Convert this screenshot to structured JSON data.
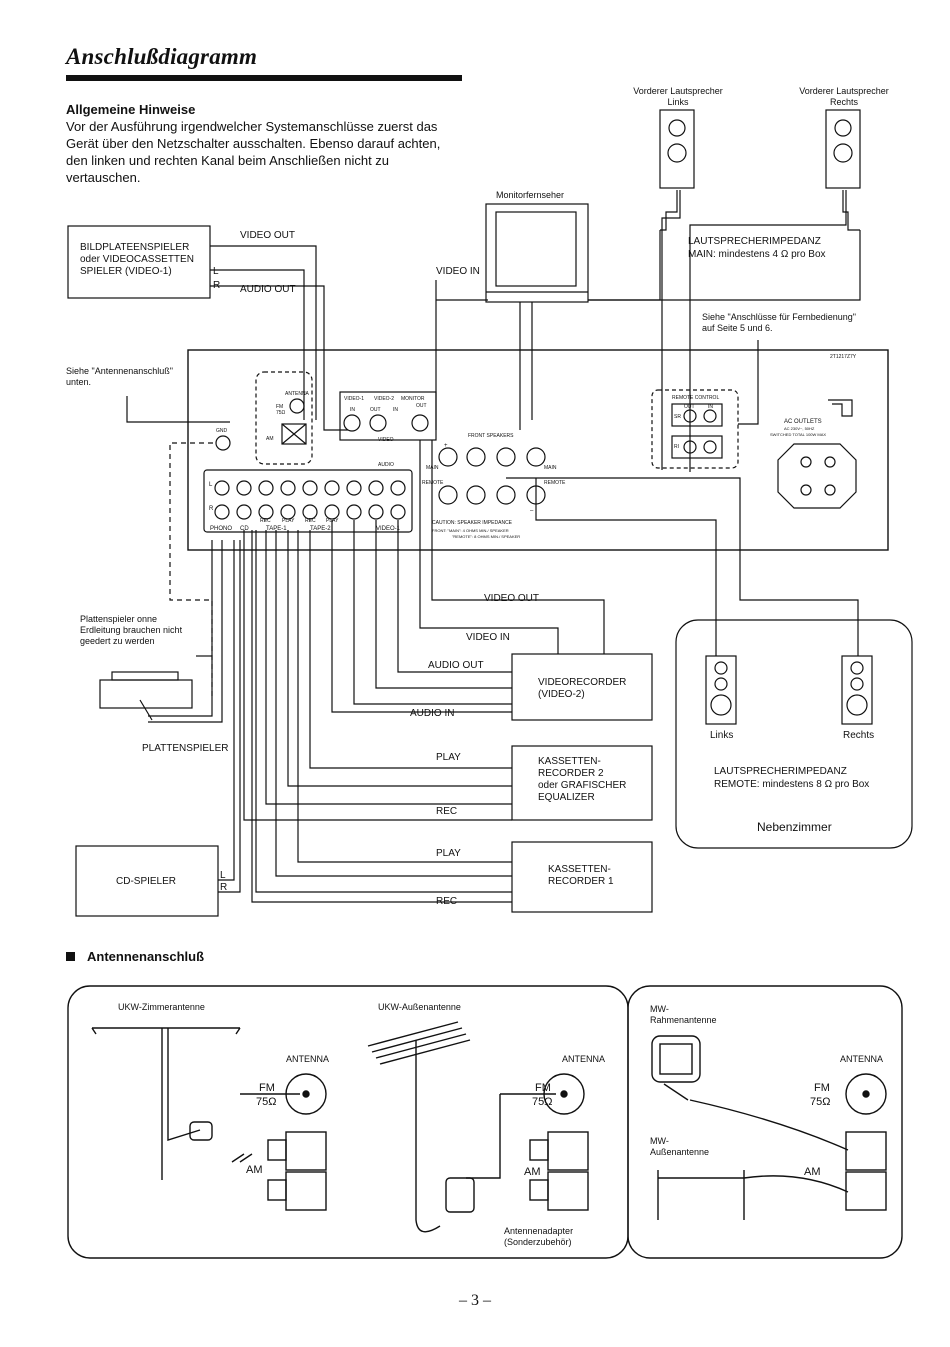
{
  "page": {
    "title": "Anschlußdiagramm",
    "intro_heading": "Allgemeine Hinweise",
    "intro_text": "Vor der Ausführung irgendwelcher Systemanschlüsse zuerst das Gerät über den Netzschalter ausschalten. Ebenso darauf achten, den linken und rechten Kanal beim Anschließen nicht zu vertauschen.",
    "page_number": "– 3 –"
  },
  "speakers_front": {
    "left_label": "Vorderer Lautsprecher\nLinks",
    "right_label": "Vorderer Lautsprecher\nRechts",
    "impedance_title": "LAUTSPRECHERIMPEDANZ",
    "impedance_text": "MAIN: mindestens 4 Ω pro Box"
  },
  "monitor": {
    "label": "Monitorfernseher",
    "video_in": "VIDEO IN"
  },
  "video1": {
    "box_label": "BILDPLATEENSPIELER\noder VIDEOCASSETTEN\nSPIELER (VIDEO-1)",
    "video_out": "VIDEO OUT",
    "audio_out": "AUDIO OUT",
    "l": "L",
    "r": "R"
  },
  "remote_note": "Siehe \"Anschlüsse für Fernbedienung\"\nauf Seite 5 und 6.",
  "antenna_note": "Siehe \"Antennenanschluß\"\nunten.",
  "receiver": {
    "model": "2T1217Z7Y",
    "antenna": "ANTENNA",
    "fm": "FM\n75Ω",
    "am": "AM",
    "gnd": "GND",
    "video1": "VIDEO-1",
    "video2": "VIDEO-2",
    "monitor": "MONITOR",
    "monitor_out": "OUT",
    "in": "IN",
    "out": "OUT",
    "video": "VIDEO",
    "audio": "AUDIO",
    "front_speakers": "FRONT SPEAKERS",
    "main": "MAIN",
    "remote": "REMOTE",
    "caution": "CAUTION: SPEAKER IMPEDANCE",
    "caution_front": "FRONT: \"MAIN\": 4 OHMS MIN./ SPEAKER",
    "caution_remote": "\"REMOTE\": 8 OHMS MIN./ SPEAKER",
    "remote_control": "REMOTE CONTROL",
    "rc_out": "OUT",
    "rc_in": "IN",
    "sr": "SR",
    "ri": "RI",
    "ac_outlets": "AC OUTLETS",
    "ac_spec1": "AC 230V~, 50HZ",
    "ac_spec2": "SWITCHED TOTAL 100W MAX",
    "phono": "PHONO",
    "cd": "CD",
    "tape1": "TAPE-1",
    "tape2": "TAPE-2",
    "video1_short": "VIDEO-1",
    "rec": "REC",
    "play": "PLAY",
    "plus": "+",
    "minus": "–",
    "l": "L",
    "r": "R"
  },
  "turntable": {
    "note": "Plattenspieler onne\nErdleitung brauchen nicht\ngeedert zu werden",
    "label": "PLATTENSPIELER"
  },
  "vcr": {
    "box_label": "VIDEORECORDER\n(VIDEO-2)",
    "video_out": "VIDEO OUT",
    "video_in": "VIDEO IN",
    "audio_out": "AUDIO OUT",
    "audio_in": "AUDIO IN"
  },
  "tape2": {
    "box_label": "KASSETTEN-\nRECORDER 2\noder GRAFISCHER\nEQUALIZER",
    "play": "PLAY",
    "rec": "REC"
  },
  "tape1": {
    "box_label": "KASSETTEN-\nRECORDER 1",
    "play": "PLAY",
    "rec": "REC"
  },
  "cd": {
    "box_label": "CD-SPIELER",
    "l": "L",
    "r": "R"
  },
  "remote_room": {
    "links": "Links",
    "rechts": "Rechts",
    "impedance_title": "LAUTSPRECHERIMPEDANZ",
    "impedance_text": "REMOTE: mindestens 8 Ω pro Box",
    "room": "Nebenzimmer"
  },
  "antenna_section": {
    "heading": "Antennenanschluß",
    "ukw_indoor": "UKW-Zimmerantenne",
    "ukw_outdoor": "UKW-Außenantenne",
    "mw_frame": "MW-\nRahmenantenne",
    "mw_outdoor": "MW-\nAußenantenne",
    "antenna": "ANTENNA",
    "fm": "FM",
    "ohm": "75Ω",
    "am": "AM",
    "adapter": "Antennenadapter\n(Sonderzubehör)"
  }
}
